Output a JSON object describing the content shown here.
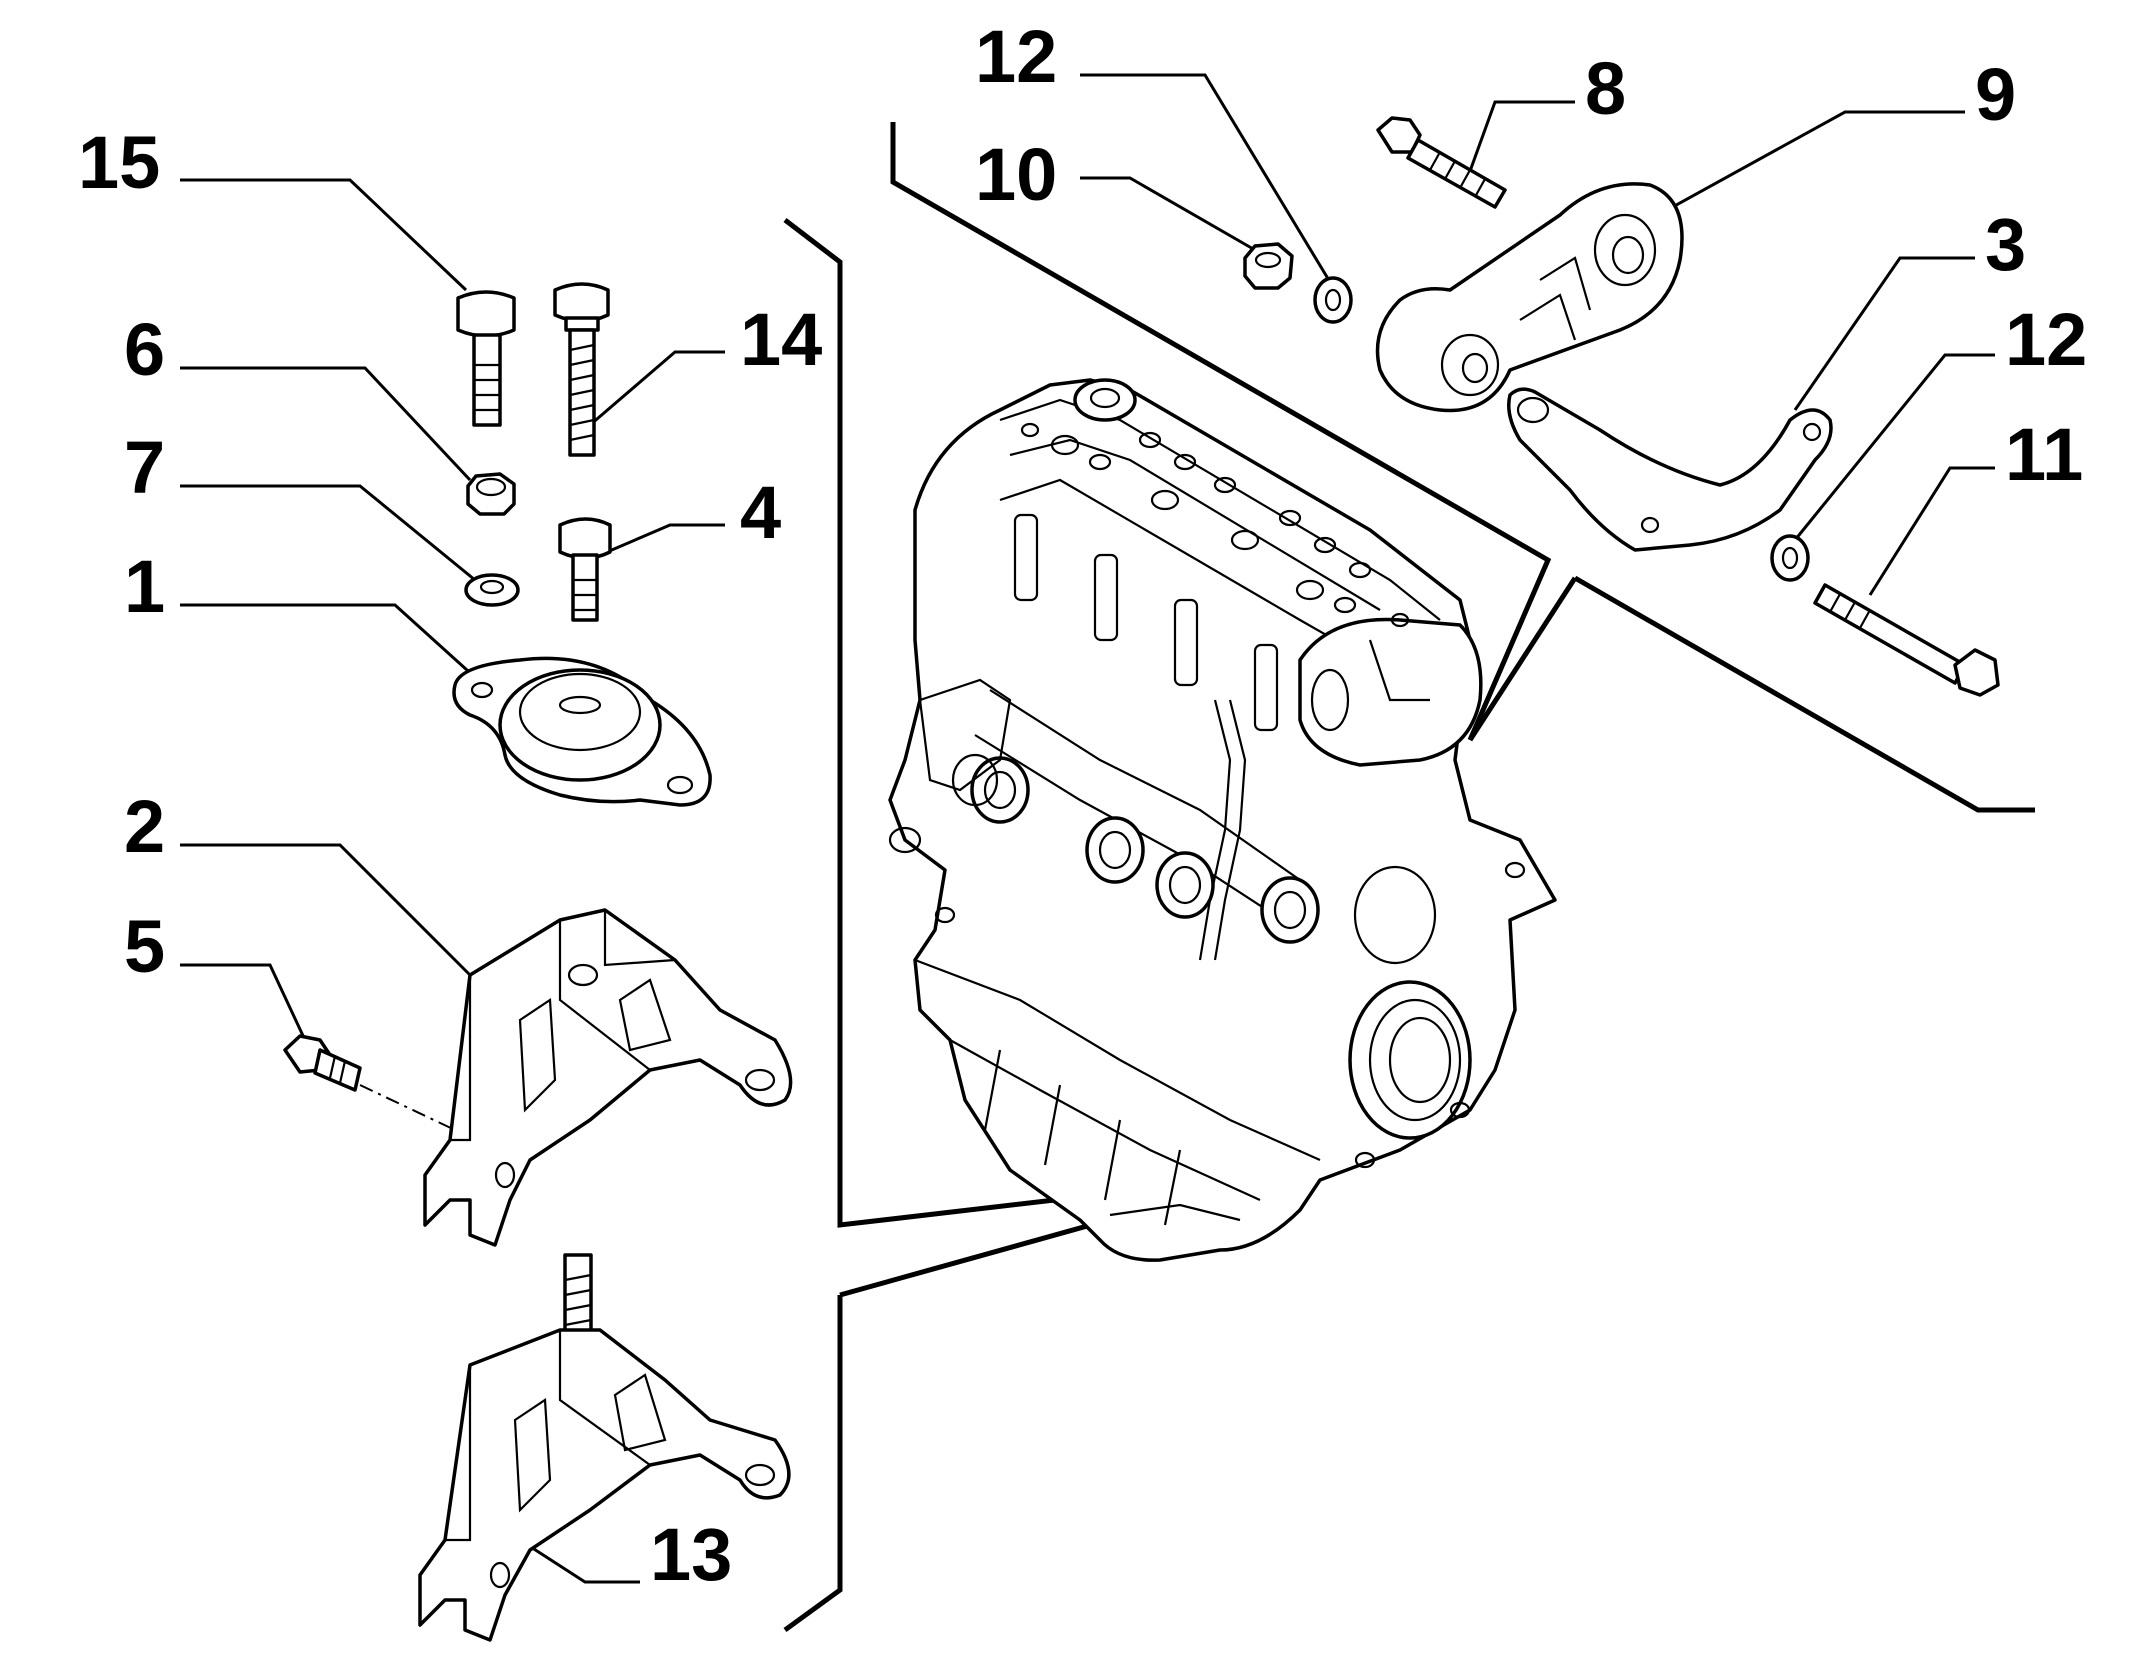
{
  "callouts": [
    {
      "id": "1",
      "label": "1"
    },
    {
      "id": "2",
      "label": "2"
    },
    {
      "id": "3",
      "label": "3"
    },
    {
      "id": "4",
      "label": "4"
    },
    {
      "id": "5",
      "label": "5"
    },
    {
      "id": "6",
      "label": "6"
    },
    {
      "id": "7",
      "label": "7"
    },
    {
      "id": "8",
      "label": "8"
    },
    {
      "id": "9",
      "label": "9"
    },
    {
      "id": "10",
      "label": "10"
    },
    {
      "id": "11",
      "label": "11"
    },
    {
      "id": "12a",
      "label": "12"
    },
    {
      "id": "12b",
      "label": "12"
    },
    {
      "id": "13",
      "label": "13"
    },
    {
      "id": "14",
      "label": "14"
    },
    {
      "id": "15",
      "label": "15"
    }
  ]
}
